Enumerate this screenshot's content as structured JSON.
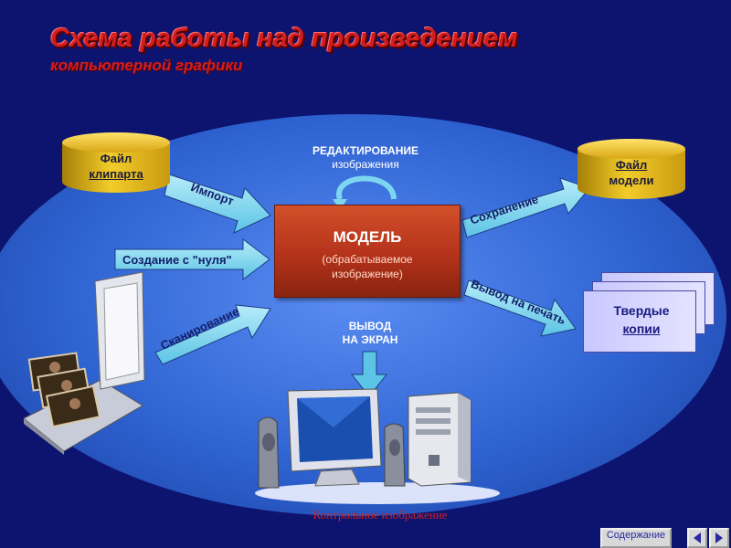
{
  "title": "Схема работы над произведением",
  "subtitle": "компьютерной графики",
  "clipart_file": {
    "line1": "Файл",
    "line2": "клипарта"
  },
  "model_file": {
    "line1": "Файл",
    "line2": "модели"
  },
  "model": {
    "title": "МОДЕЛЬ",
    "desc_line1": "(обрабатываемое",
    "desc_line2": "изображение)"
  },
  "editing": {
    "line1": "РЕДАКТИРОВАНИЕ",
    "line2": "изображения"
  },
  "arrows": {
    "import": "Импорт",
    "create": "Создание с \"нуля\"",
    "scan": "Сканирование",
    "save": "Сохранение",
    "print": "Вывод на печать"
  },
  "screen_output": {
    "line1": "ВЫВОД",
    "line2": "НА ЭКРАН"
  },
  "hard_copies": {
    "line1": "Твердые",
    "line2": "копии"
  },
  "caption": "Контрольное   изображение",
  "nav": {
    "contents_label": "Содержание"
  },
  "colors": {
    "background": "#0d1470",
    "title": "#d21e1e",
    "ellipse": "#3a6ede",
    "arrows": "#7dd6f0",
    "model": "#c0401f",
    "cylinder": "#e8bc1c"
  }
}
